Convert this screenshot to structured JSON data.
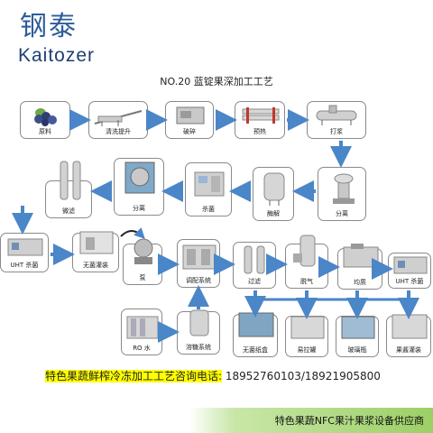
{
  "brand": {
    "cn": "钢泰",
    "en": "Kaitozer"
  },
  "title": "NO.20  蓝锭果深加工工艺",
  "steps": {
    "s1": "原料",
    "s2": "清洗提升",
    "s3": "破碎",
    "s4": "预热",
    "s5": "打浆",
    "s6": "分离",
    "s7": "酶解",
    "s8": "杀菌",
    "s9": "分离",
    "s10": "微滤",
    "s11": "UHT 杀菌",
    "s12": "无菌灌装",
    "s13": "泵",
    "s14": "调配系统",
    "s15": "过滤",
    "s16": "脱气",
    "s17": "均质",
    "s18": "UHT 杀菌",
    "s19": "RO 水",
    "s20": "溶糖系统",
    "s21": "无菌纸盒",
    "s22": "易拉罐",
    "s23": "玻璃瓶",
    "s24": "果酱灌装"
  },
  "footer": {
    "tel_label": "特色果蔬鲜榨冷冻加工工艺咨询电话:",
    "tel_numbers": "18952760103/18921905800",
    "banner": "特色果蔬NFC果汁果浆设备供应商"
  },
  "colors": {
    "arrow": "#4a86c8",
    "brand": "#2d5c9a",
    "highlight": "#ffff00",
    "banner": "#9ccf66"
  }
}
